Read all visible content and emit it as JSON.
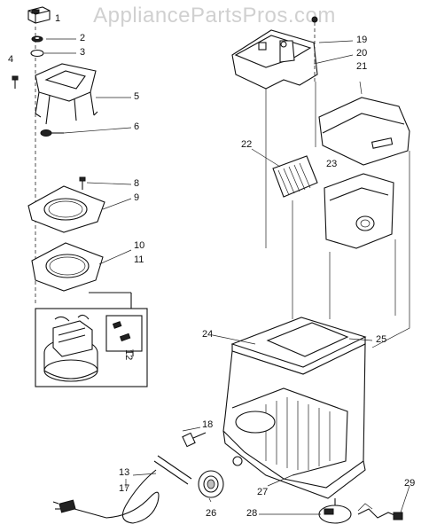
{
  "watermark": {
    "text": "AppliancePartsPros.com"
  },
  "callouts": [
    {
      "id": "c1",
      "label": "1"
    },
    {
      "id": "c2",
      "label": "2"
    },
    {
      "id": "c3",
      "label": "3"
    },
    {
      "id": "c4",
      "label": "4"
    },
    {
      "id": "c5",
      "label": "5"
    },
    {
      "id": "c6",
      "label": "6"
    },
    {
      "id": "c8",
      "label": "8"
    },
    {
      "id": "c9",
      "label": "9"
    },
    {
      "id": "c10",
      "label": "10"
    },
    {
      "id": "c11",
      "label": "11"
    },
    {
      "id": "c12",
      "label": "12"
    },
    {
      "id": "c13",
      "label": "13"
    },
    {
      "id": "c17",
      "label": "17"
    },
    {
      "id": "c18",
      "label": "18"
    },
    {
      "id": "c19",
      "label": "19"
    },
    {
      "id": "c20",
      "label": "20"
    },
    {
      "id": "c21",
      "label": "21"
    },
    {
      "id": "c22",
      "label": "22"
    },
    {
      "id": "c23",
      "label": "23"
    },
    {
      "id": "c24",
      "label": "24"
    },
    {
      "id": "c25",
      "label": "25"
    },
    {
      "id": "c26",
      "label": "26"
    },
    {
      "id": "c27",
      "label": "27"
    },
    {
      "id": "c28",
      "label": "28"
    },
    {
      "id": "c29",
      "label": "29"
    }
  ]
}
